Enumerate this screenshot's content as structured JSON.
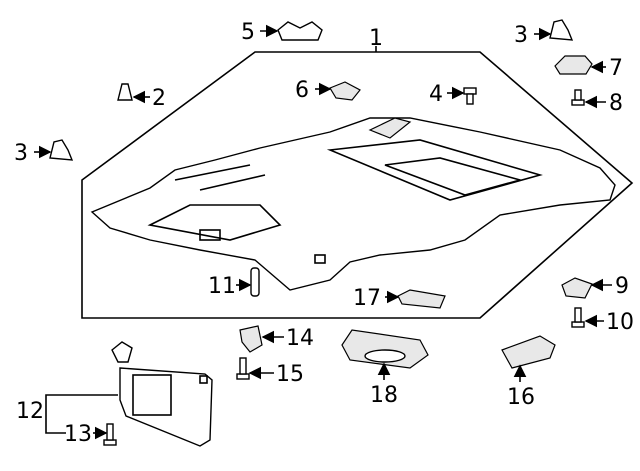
{
  "diagram": {
    "title": "Headliner and sun visor parts diagram",
    "callouts": {
      "c1": "1",
      "c2": "2",
      "c3a": "3",
      "c3b": "3",
      "c4": "4",
      "c5": "5",
      "c6": "6",
      "c7": "7",
      "c8": "8",
      "c9": "9",
      "c10": "10",
      "c11": "11",
      "c12": "12",
      "c13": "13",
      "c14": "14",
      "c15": "15",
      "c16": "16",
      "c17": "17",
      "c18": "18"
    }
  }
}
